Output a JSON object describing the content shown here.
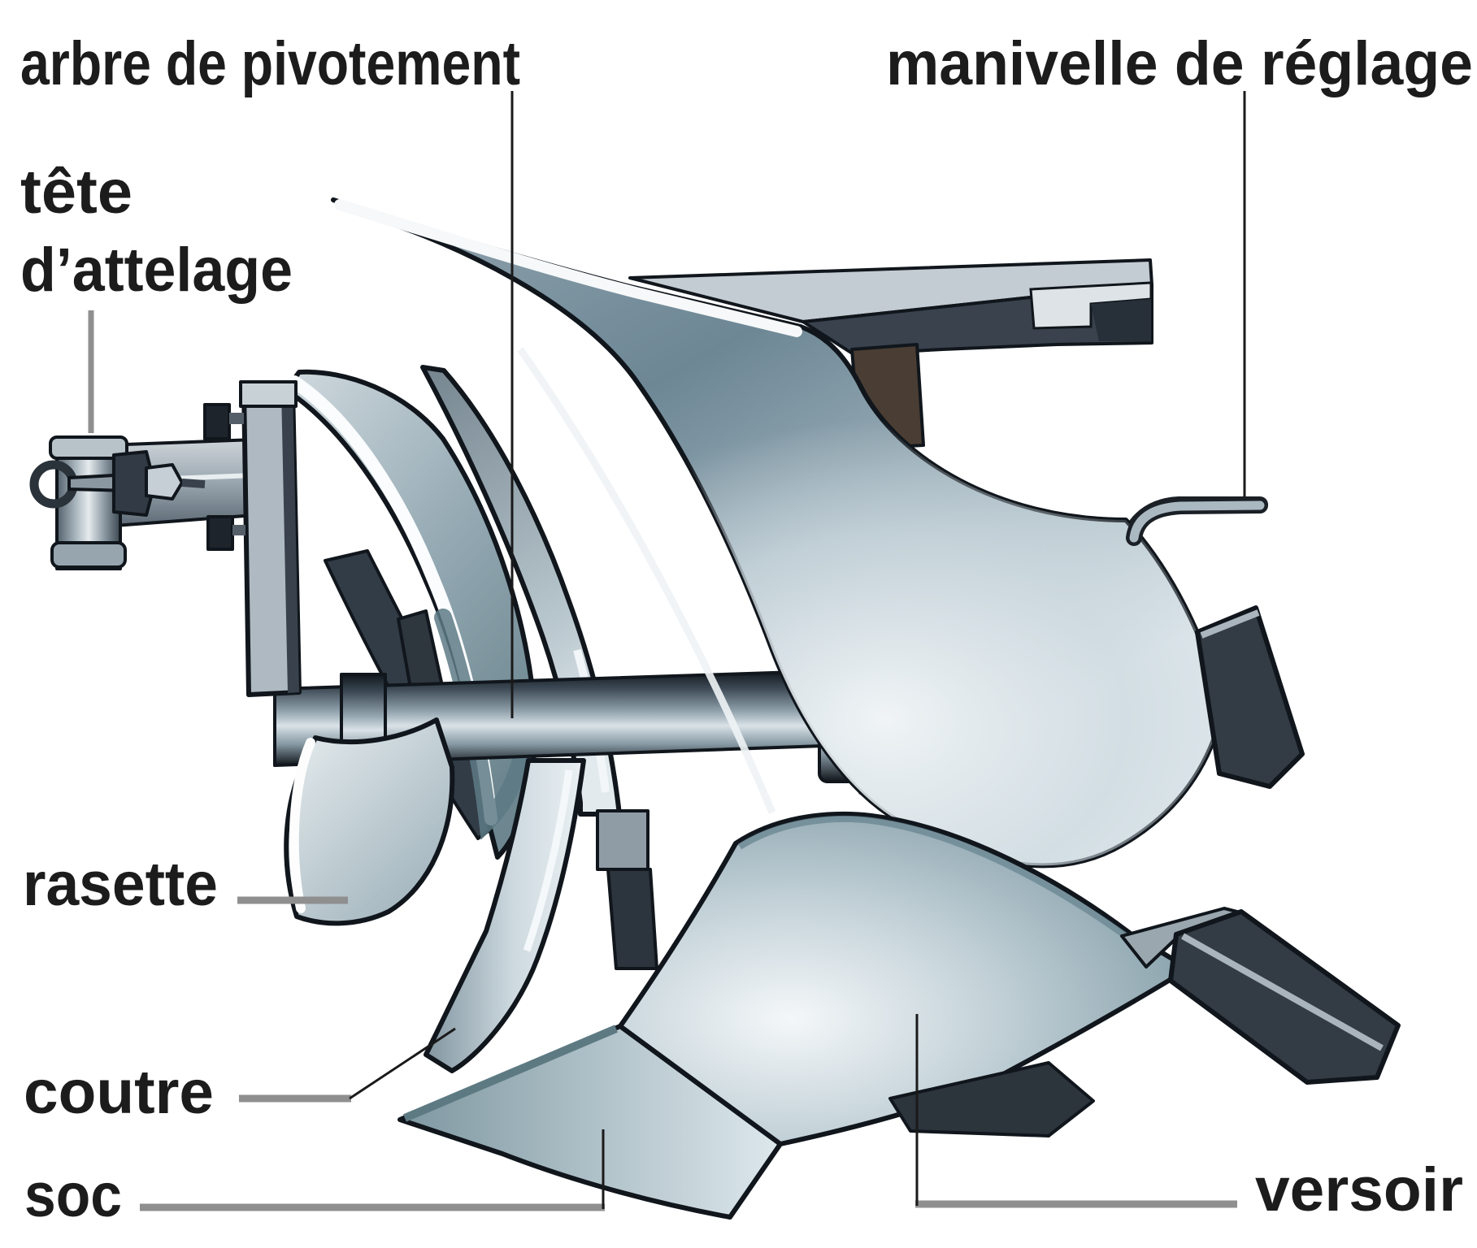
{
  "figure": {
    "type": "labeled-technical-illustration",
    "subject": "charrue réversible (reversible plough) – nomenclature",
    "background_color": "#ffffff",
    "label_text_color": "#1c1c1c",
    "leader_gray_color": "#8f8f8f",
    "leader_black_color": "#1a1a1a"
  },
  "palette": {
    "blade_light": "#e9eff2",
    "blade_mid": "#a5b6c0",
    "blade_dark": "#6d8795",
    "blade_teal": "#7e97a1",
    "steel_dark": "#39424d",
    "steel_darker": "#20282f",
    "metal_highlight": "#dce4e9",
    "bracket_brown": "#4a3d33"
  },
  "labels": {
    "arbre": {
      "text": "arbre de pivotement"
    },
    "manivelle": {
      "text": "manivelle de réglage"
    },
    "tete_attelage": {
      "lines": [
        "tête",
        "d’attelage"
      ]
    },
    "rasette": {
      "text": "rasette"
    },
    "coutre": {
      "text": "coutre"
    },
    "soc": {
      "text": "soc"
    },
    "versoir": {
      "text": "versoir"
    }
  },
  "parts": [
    "arbre de pivotement",
    "manivelle de réglage",
    "tête d’attelage",
    "rasette",
    "coutre",
    "soc",
    "versoir"
  ]
}
